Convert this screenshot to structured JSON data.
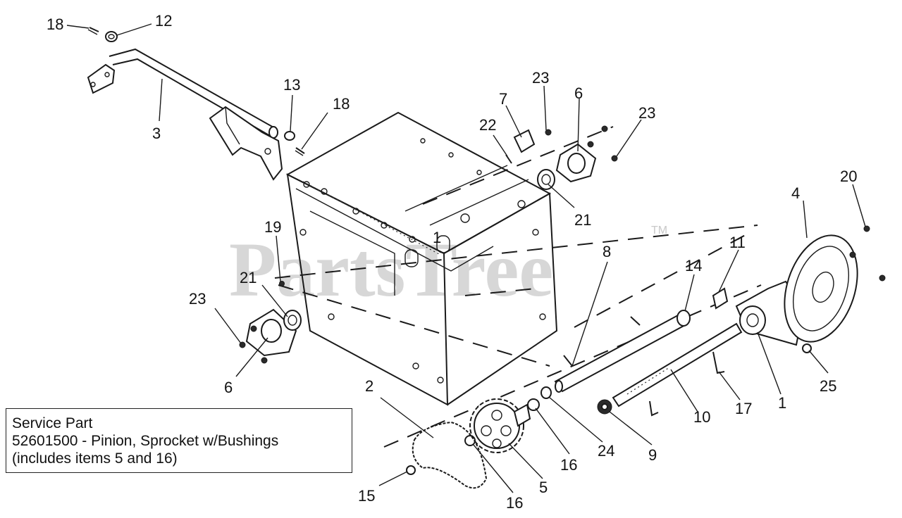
{
  "watermark": {
    "text": "PartsTree",
    "tm": "TM"
  },
  "service_note": {
    "title": "Service Part",
    "line1": "52601500 - Pinion, Sprocket w/Bushings",
    "line2": "(includes items 5 and 16)"
  },
  "callouts": [
    {
      "id": "c-18a",
      "text": "18"
    },
    {
      "id": "c-12",
      "text": "12"
    },
    {
      "id": "c-3",
      "text": "3"
    },
    {
      "id": "c-13",
      "text": "13"
    },
    {
      "id": "c-18b",
      "text": "18"
    },
    {
      "id": "c-7",
      "text": "7"
    },
    {
      "id": "c-22",
      "text": "22"
    },
    {
      "id": "c-23a",
      "text": "23"
    },
    {
      "id": "c-6a",
      "text": "6"
    },
    {
      "id": "c-23b",
      "text": "23"
    },
    {
      "id": "c-21a",
      "text": "21"
    },
    {
      "id": "c-4",
      "text": "4"
    },
    {
      "id": "c-20",
      "text": "20"
    },
    {
      "id": "c-19",
      "text": "19"
    },
    {
      "id": "c-1a",
      "text": "1"
    },
    {
      "id": "c-8",
      "text": "8"
    },
    {
      "id": "c-11",
      "text": "11"
    },
    {
      "id": "c-14",
      "text": "14"
    },
    {
      "id": "c-21b",
      "text": "21"
    },
    {
      "id": "c-23c",
      "text": "23"
    },
    {
      "id": "c-6b",
      "text": "6"
    },
    {
      "id": "c-2",
      "text": "2"
    },
    {
      "id": "c-25",
      "text": "25"
    },
    {
      "id": "c-17",
      "text": "17"
    },
    {
      "id": "c-1b",
      "text": "1"
    },
    {
      "id": "c-10",
      "text": "10"
    },
    {
      "id": "c-16a",
      "text": "16"
    },
    {
      "id": "c-24",
      "text": "24"
    },
    {
      "id": "c-9",
      "text": "9"
    },
    {
      "id": "c-15",
      "text": "15"
    },
    {
      "id": "c-16b",
      "text": "16"
    },
    {
      "id": "c-5",
      "text": "5"
    }
  ]
}
